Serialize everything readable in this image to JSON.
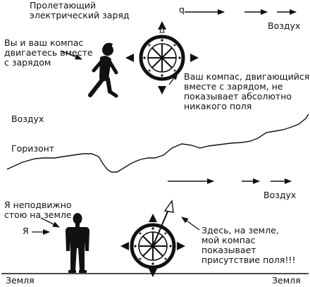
{
  "labels": {
    "charge_title_line1": "Пролетающий",
    "charge_title_line2": "электрический заряд",
    "charge_symbol": "q",
    "air_top": "Воздух",
    "you_move_line1": "Вы и ваш компас",
    "you_move_line2": "двигаетесь вместе",
    "you_move_line3": "с зарядом",
    "moving_compass_line1": "Ваш компас, двигающийся",
    "moving_compass_line2": "вместе с зарядом, не",
    "moving_compass_line3": "показывает абсолютно",
    "moving_compass_line4": "никакого поля",
    "air_left": "Воздух",
    "horizon": "Горизонт",
    "air_bottom_right": "Воздух",
    "standing_line1": "Я неподвижно",
    "standing_line2": "стою на земле",
    "me": "Я",
    "ground_compass_line1": "Здесь, на земле,",
    "ground_compass_line2": "мой компас",
    "ground_compass_line3": "показывает",
    "ground_compass_line4": "присутствие поля!!!",
    "earth_left": "Земля",
    "earth_right": "Земля"
  },
  "icons": {
    "top_compass": "compass-icon",
    "bottom_compass": "compass-icon",
    "flying_person": "flying-person-icon",
    "standing_person": "standing-person-icon"
  }
}
